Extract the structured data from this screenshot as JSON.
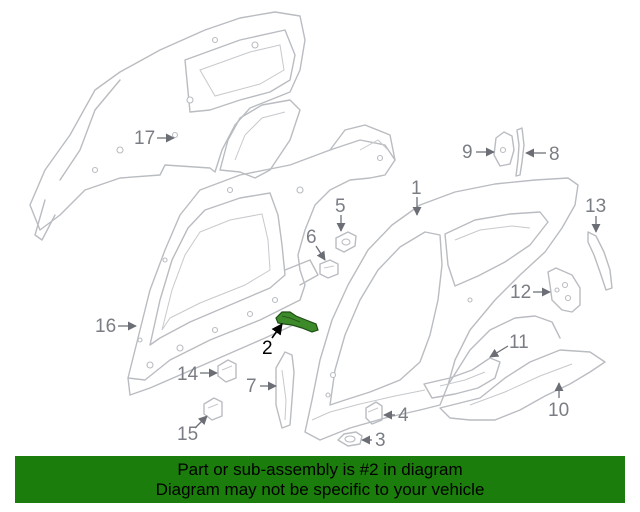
{
  "diagram": {
    "callouts": [
      "1",
      "2",
      "3",
      "4",
      "5",
      "6",
      "7",
      "8",
      "9",
      "10",
      "11",
      "12",
      "13",
      "14",
      "15",
      "16",
      "17"
    ],
    "highlighted": "2"
  },
  "banner": {
    "line1": "Part or sub-assembly is #2 in diagram",
    "line2": "Diagram may not be specific to your vehicle",
    "background": "#1b7d0c"
  }
}
